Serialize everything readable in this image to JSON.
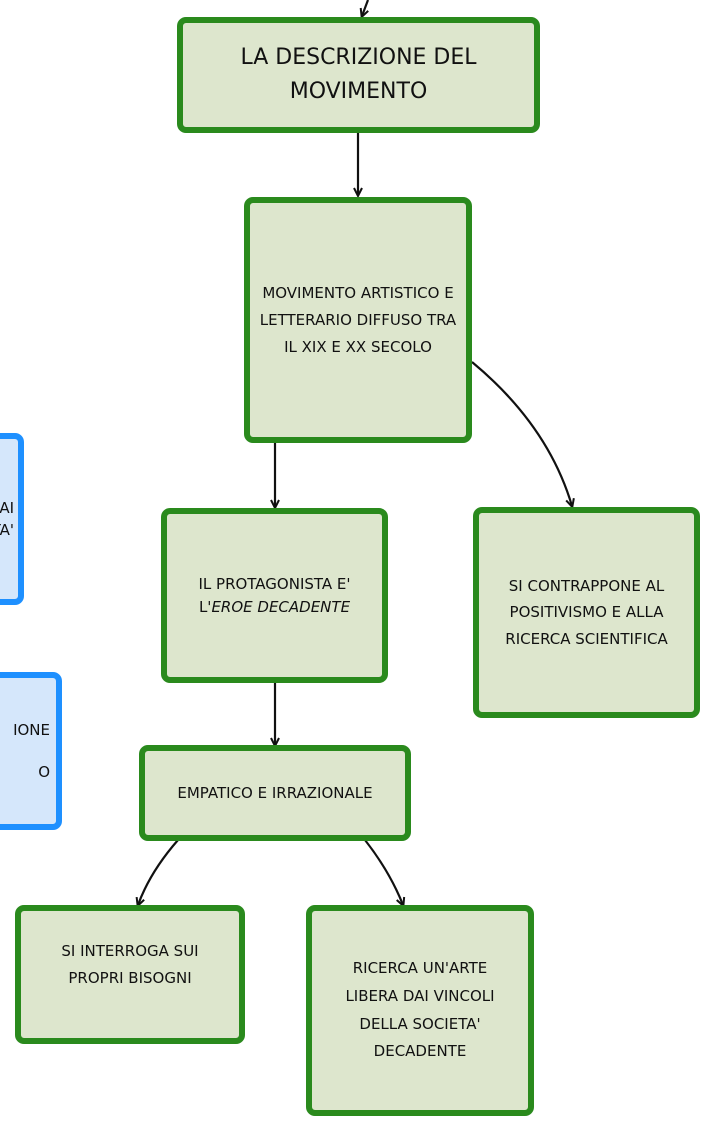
{
  "colors": {
    "node_fill": "#dde6cd",
    "node_border": "#2a8a1d",
    "side_fill": "#d5e7fb",
    "side_border": "#1e90ff",
    "connector": "#111111"
  },
  "nodes": {
    "main": "LA DESCRIZIONE DEL MOVIMENTO",
    "definition": "MOVIMENTO ARTISTICO E LETTERARIO DIFFUSO TRA IL XIX E XX SECOLO",
    "protagonist_prefix": "IL PROTAGONISTA E' L'",
    "protagonist_italic": "EROE DECADENTE",
    "contrast": "SI CONTRAPPONE AL POSITIVISMO E ALLA RICERCA SCIENTIFICA",
    "empathic": "EMPATICO E IRRAZIONALE",
    "interrogates": "SI INTERROGA SUI PROPRI BISOGNI",
    "free_art": "RICERCA UN'ARTE LIBERA DAI VINCOLI DELLA SOCIETA' DECADENTE"
  },
  "side_fragments": {
    "upper_line1": "AI",
    "upper_line2": "TA'",
    "lower_line1": "IONE",
    "lower_line2": "O"
  }
}
